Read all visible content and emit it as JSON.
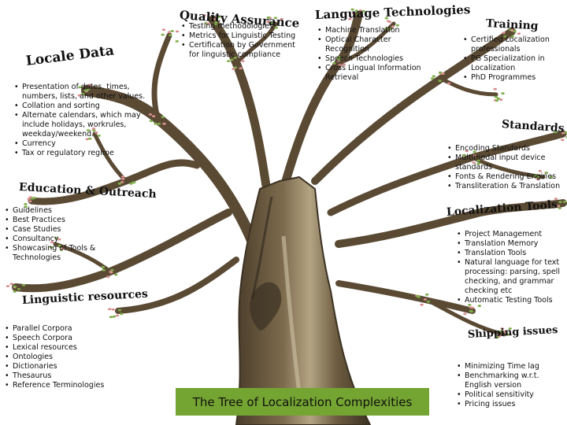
{
  "caption": "The Tree of Localization Complexities",
  "colors": {
    "caption_bg": "#74a431",
    "trunk": "#6b5a3f",
    "trunk_dark": "#3e3325",
    "trunk_light": "#a59676",
    "leaves": "#7fae4a",
    "blossom": "#d98f8f"
  },
  "branches": {
    "quality_assurance": {
      "title": "Quality Assurance",
      "items": [
        "Testing methodologies",
        "Metrics for Linguistic Testing",
        "Certification by Government for linguistic compliance"
      ]
    },
    "language_technologies": {
      "title": "Language Technologies",
      "items": [
        "Machine Translation",
        "Optical Character Recognition",
        "Speech Technologies",
        "Cross Lingual Information Retrieval"
      ]
    },
    "training": {
      "title": "Training",
      "items": [
        "Certified Localization professionals",
        "PG Specialization in Localization",
        "PhD Programmes"
      ]
    },
    "locale_data": {
      "title": "Locale Data",
      "items": [
        "Presentation of dates, times, numbers, lists, and other values.",
        "Collation and sorting",
        "Alternate calendars, which may include holidays, workrules, weekday/weekend.",
        "Currency",
        "Tax or regulatory regime"
      ]
    },
    "standards": {
      "title": "Standards",
      "items": [
        "Encoding Standards",
        "Multimodal input device standards",
        "Fonts & Rendering Engines",
        "Transliteration & Translation"
      ]
    },
    "education_outreach": {
      "title": "Education & Outreach",
      "items": [
        "Guidelines",
        "Best Practices",
        "Case Studies",
        "Consultancy",
        "Showcasing of Tools & Technologies"
      ]
    },
    "localization_tools": {
      "title": "Localization Tools",
      "items": [
        "Project Management",
        "Translation Memory",
        "Translation Tools",
        "Natural language for text processing: parsing, spell checking, and grammar checking etc",
        "Automatic Testing Tools"
      ]
    },
    "linguistic_resources": {
      "title": "Linguistic resources",
      "items": [
        "Parallel Corpora",
        "Speech Corpora",
        "Lexical resources",
        "Ontologies",
        "Dictionaries",
        "Thesaurus",
        "Reference Terminologies"
      ]
    },
    "shipping_issues": {
      "title": "Shipping issues",
      "items": [
        "Minimizing Time lag",
        "Benchmarking w.r.t. English version",
        "Political sensitivity",
        "Pricing issues"
      ]
    }
  }
}
